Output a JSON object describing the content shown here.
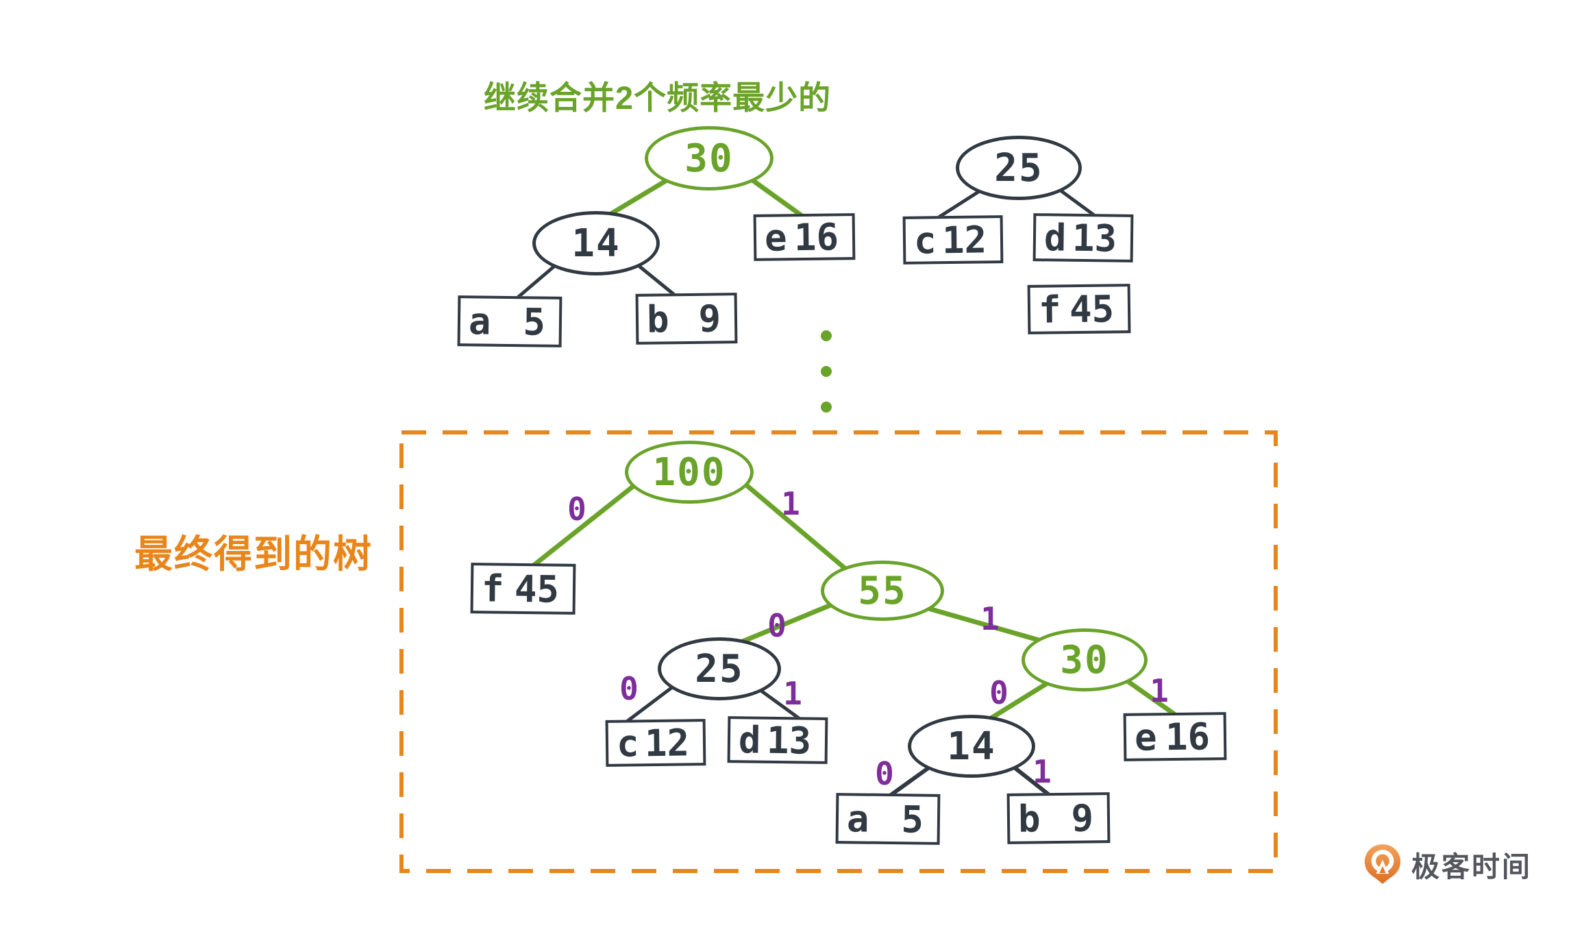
{
  "title": "继续合并2个频率最少的",
  "final_tree_label": "最终得到的树",
  "logo": {
    "brand": "极客时间"
  },
  "colors": {
    "green": "#6aa32a",
    "dark": "#313943",
    "orange": "#e8861c",
    "purple": "#7e2e9a"
  },
  "merge_step_tree": {
    "n30": "30",
    "n14": "14",
    "n25": "25",
    "leaf_e": {
      "ch": "e",
      "freq": "16"
    },
    "leaf_a": {
      "ch": "a",
      "freq": "5"
    },
    "leaf_b": {
      "ch": "b",
      "freq": "9"
    },
    "leaf_c": {
      "ch": "c",
      "freq": "12"
    },
    "leaf_d": {
      "ch": "d",
      "freq": "13"
    },
    "leaf_f": {
      "ch": "f",
      "freq": "45"
    }
  },
  "final_tree": {
    "n100": "100",
    "n55": "55",
    "n25": "25",
    "n30": "30",
    "n14": "14",
    "leaf_f": {
      "ch": "f",
      "freq": "45"
    },
    "leaf_c": {
      "ch": "c",
      "freq": "12"
    },
    "leaf_d": {
      "ch": "d",
      "freq": "13"
    },
    "leaf_e": {
      "ch": "e",
      "freq": "16"
    },
    "leaf_a": {
      "ch": "a",
      "freq": "5"
    },
    "leaf_b": {
      "ch": "b",
      "freq": "9"
    },
    "bits": {
      "root_left": "0",
      "root_right": "1",
      "n55_left": "0",
      "n55_right": "1",
      "n25_left": "0",
      "n25_right": "1",
      "n30_left": "0",
      "n30_right": "1",
      "n14_left": "0",
      "n14_right": "1"
    }
  }
}
